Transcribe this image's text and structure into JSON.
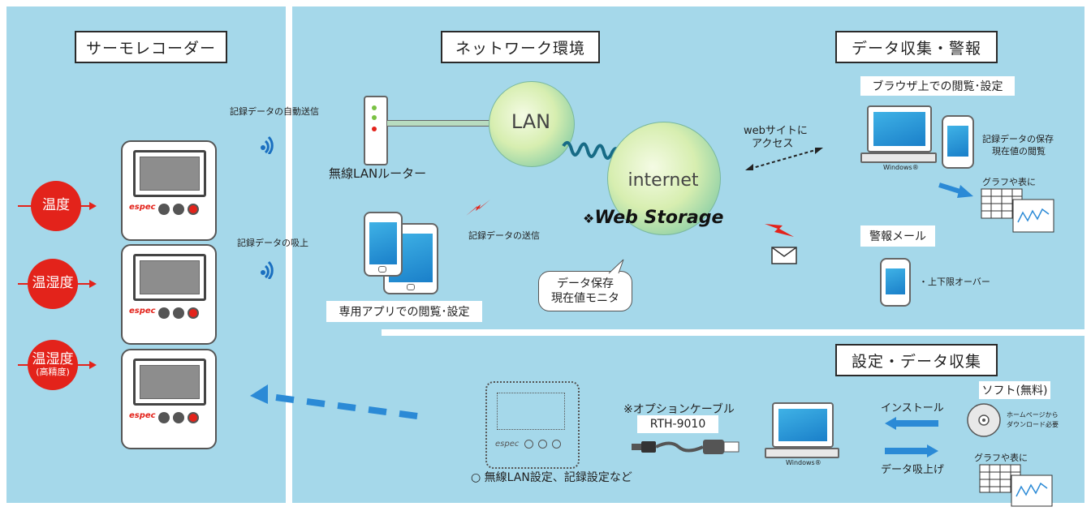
{
  "sections": {
    "left_title": "サーモレコーダー",
    "network_title": "ネットワーク環境",
    "data_title": "データ収集・警報",
    "settings_title": "設定・データ収集"
  },
  "badges": [
    "温度",
    "温湿度",
    "温湿度",
    "(高精度)"
  ],
  "recorder_brand": "espec",
  "labels": {
    "auto_send": "記録データの自動送信",
    "suck_up": "記録データの吸上",
    "router": "無線LANルーター",
    "lan": "LAN",
    "internet": "internet",
    "web_storage": "Web Storage",
    "send_data": "記録データの送信",
    "app_view": "専用アプリでの閲覧･設定",
    "data_save_1": "データ保存",
    "data_save_2": "現在値モニタ",
    "web_access_1": "webサイトに",
    "web_access_2": "アクセス",
    "browser_view": "ブラウザ上での閲覧･設定",
    "record_save_1": "記録データの保存",
    "record_save_2": "現在値の閲覧",
    "windows": "Windows®",
    "graph_table": "グラフや表に",
    "alarm_mail": "警報メール",
    "limit_over": "・上下限オーバー",
    "option_cable": "※オプションケーブル",
    "cable_model": "RTH-9010",
    "wireless_settings": "○ 無線LAN設定、記録設定など",
    "install": "インストール",
    "data_upload": "データ吸上げ",
    "soft_free": "ソフト(無料)",
    "download_1": "ホームページから",
    "download_2": "ダウンロード必要",
    "graph_table_2": "グラフや表に",
    "windows_2": "Windows®"
  },
  "colors": {
    "panel_bg": "#a5d8ea",
    "badge": "#e3231b",
    "arrow_blue": "#2b8ad6"
  }
}
